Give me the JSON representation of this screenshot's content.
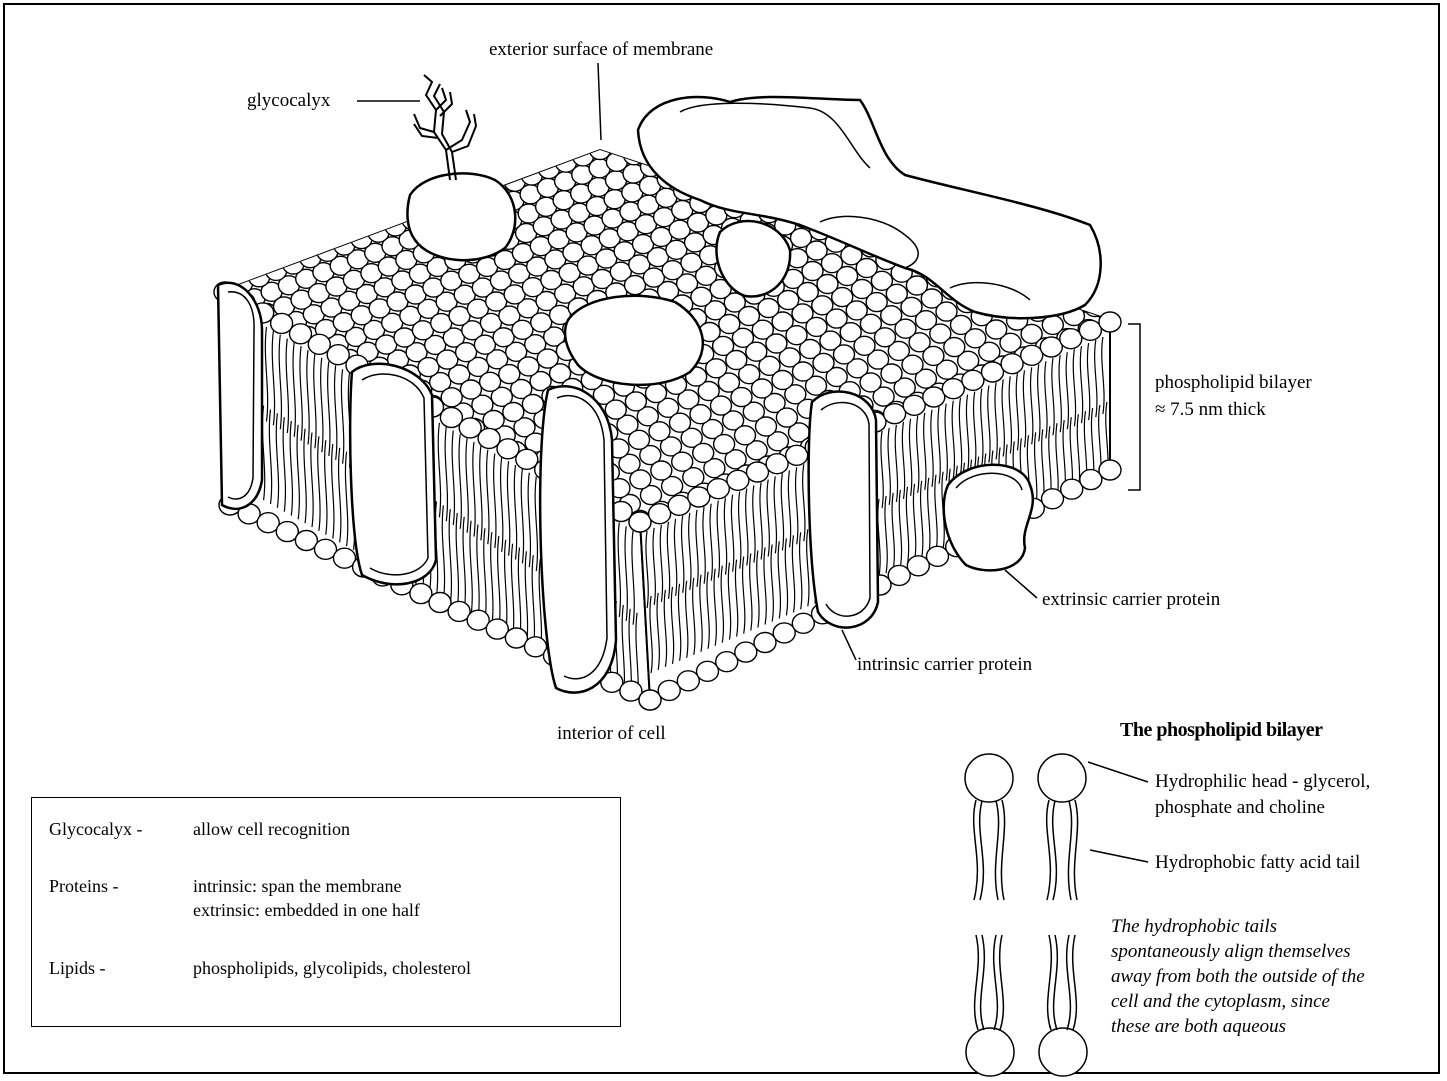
{
  "diagram": {
    "labels": {
      "glycocalyx": "glycocalyx",
      "exterior": "exterior surface of membrane",
      "bilayer_line1": "phospholipid bilayer",
      "bilayer_line2": "≈ 7.5 nm thick",
      "extrinsic": "extrinsic carrier protein",
      "intrinsic": "intrinsic carrier protein",
      "interior": "interior of cell"
    }
  },
  "key": {
    "rows": [
      {
        "term": "Glycocalyx -",
        "desc": [
          "allow cell recognition"
        ]
      },
      {
        "term": "Proteins -",
        "desc": [
          "intrinsic: span the membrane",
          "extrinsic: embedded in one half"
        ]
      },
      {
        "term": "Lipids -",
        "desc": [
          "phospholipids, glycolipids, cholesterol"
        ]
      }
    ]
  },
  "phospholipid": {
    "title": "The phospholipid bilayer",
    "head_label_line1": "Hydrophilic head - glycerol,",
    "head_label_line2": "phosphate and choline",
    "tail_label": "Hydrophobic fatty acid tail",
    "note": [
      "The hydrophobic tails",
      "spontaneously align themselves",
      "away from both the outside of the",
      "cell and the cytoplasm, since",
      "these are both aqueous"
    ]
  }
}
